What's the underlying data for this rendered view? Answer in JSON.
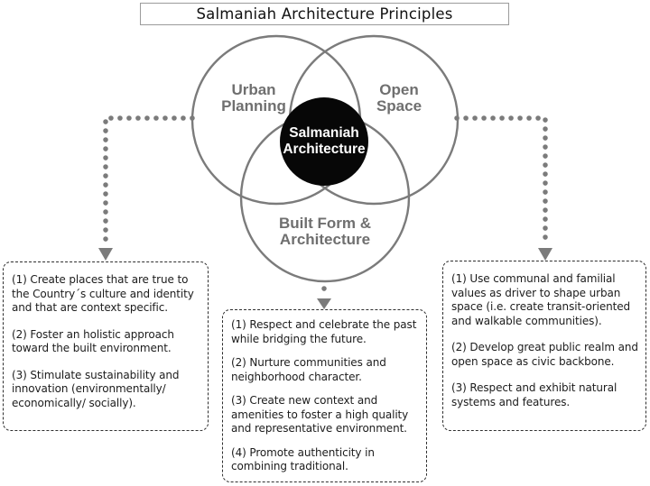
{
  "title": "Salmaniah Architecture Principles",
  "venn": {
    "left_circle_label": "Urban\nPlanning",
    "right_circle_label": "Open\nSpace",
    "bottom_circle_label": "Built Form &\nArchitecture",
    "center_label": "Salmaniah\nArchitecture"
  },
  "colors": {
    "circle_stroke": "#7b7b7b",
    "circle_label": "#6f6f6f",
    "connector": "#7b7b7b",
    "center_fill": "#070707",
    "center_text": "#ffffff",
    "box_border": "#2e2e2e",
    "title_border": "#9b9b9b"
  },
  "boxes": {
    "left": {
      "items": [
        "(1) Create places that are true to the Country´s culture and identity and that are context specific.",
        "(2) Foster an holistic approach toward the built environment.",
        "(3) Stimulate sustainability and innovation (environmentally/ economically/ socially)."
      ]
    },
    "middle": {
      "items": [
        "(1) Respect and celebrate the past while bridging the future.",
        "(2) Nurture communities and neighborhood character.",
        "(3) Create new context and amenities to foster a high quality and representative environment.",
        "(4) Promote authenticity in combining traditional."
      ]
    },
    "right": {
      "items": [
        "(1) Use communal and familial values as driver to shape urban space (i.e. create transit-oriented and walkable communities).",
        "(2) Develop great public realm and open space as civic backbone.",
        "(3) Respect and exhibit natural systems and features."
      ]
    }
  }
}
